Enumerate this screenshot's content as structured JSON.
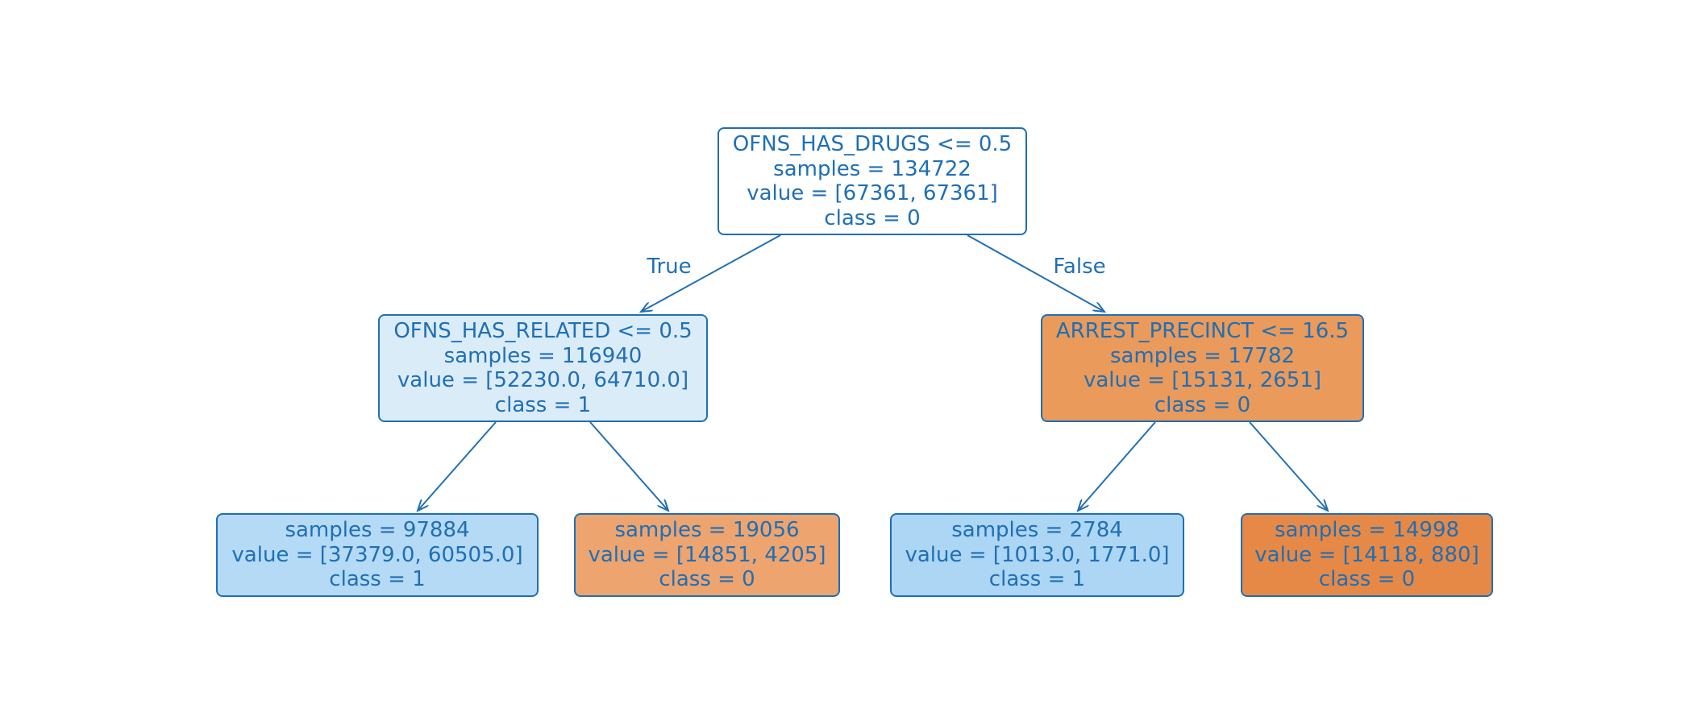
{
  "edge_labels": {
    "true_label": "True",
    "false_label": "False"
  },
  "colors": {
    "text": "#1f6fb5",
    "class0": "#e58139",
    "class1": "#399de5"
  },
  "nodes": {
    "root": {
      "lines": [
        "OFNS_HAS_DRUGS <= 0.5",
        "samples = 134722",
        "value = [67361, 67361]",
        "class = 0"
      ],
      "fill": "#ffffff"
    },
    "left": {
      "lines": [
        "OFNS_HAS_RELATED <= 0.5",
        "samples = 116940",
        "value = [52230.0, 64710.0]",
        "class = 1"
      ],
      "fill": "#dbecf9"
    },
    "right": {
      "lines": [
        "ARREST_PRECINCT <= 16.5",
        "samples = 17782",
        "value = [15131, 2651]",
        "class = 0"
      ],
      "fill": "#ea9a5b"
    },
    "ll": {
      "lines": [
        "samples = 97884",
        "value = [37379.0, 60505.0]",
        "class = 1"
      ],
      "fill": "#b4daf5"
    },
    "lr": {
      "lines": [
        "samples = 19056",
        "value = [14851, 4205]",
        "class = 0"
      ],
      "fill": "#eda46f"
    },
    "rl": {
      "lines": [
        "samples = 2784",
        "value = [1013.0, 1771.0]",
        "class = 1"
      ],
      "fill": "#acd6f4"
    },
    "rr": {
      "lines": [
        "samples = 14998",
        "value = [14118, 880]",
        "class = 0"
      ],
      "fill": "#e78946"
    }
  }
}
